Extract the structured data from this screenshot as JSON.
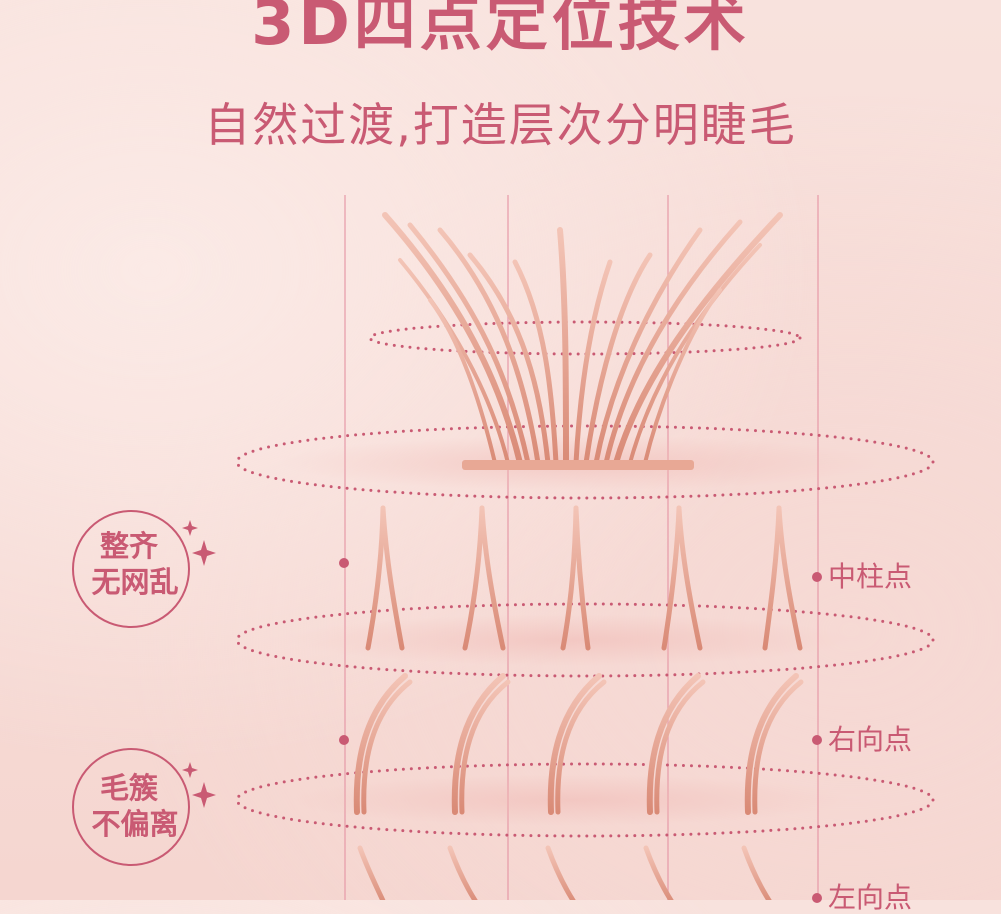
{
  "header": {
    "title": "3D四点定位技术",
    "subtitle": "自然过渡,打造层次分明睫毛"
  },
  "badges": [
    {
      "line1": "整齐",
      "line2": "无网乱"
    },
    {
      "line1": "毛簇",
      "line2": "不偏离"
    }
  ],
  "points": [
    {
      "label": "中柱点"
    },
    {
      "label": "右向点"
    },
    {
      "label": "左向点"
    }
  ],
  "colors": {
    "accent": "#c95a73",
    "lash": "#e9a08e",
    "lash_light": "#f6cfc3",
    "guide_line": "#e79aa8"
  }
}
